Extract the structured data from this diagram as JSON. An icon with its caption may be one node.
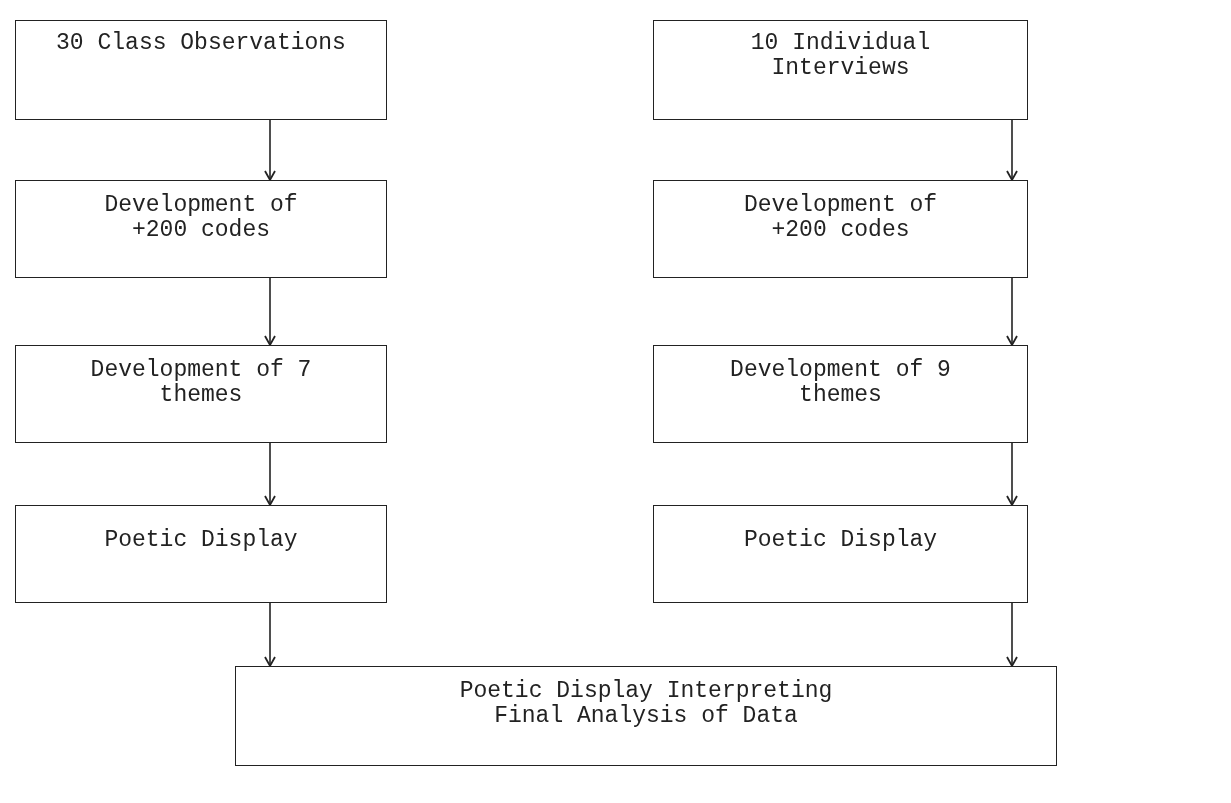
{
  "diagram": {
    "nodes": [
      {
        "text": [
          "30 Class Observations"
        ]
      },
      {
        "text": [
          "10 Individual Interviews"
        ]
      },
      {
        "text": [
          "Development of +200 codes"
        ]
      },
      {
        "text": [
          "Development of +200 codes"
        ]
      },
      {
        "text": [
          "Development of 7 themes"
        ]
      },
      {
        "text": [
          "Development of 9 themes"
        ]
      },
      {
        "text": [
          "Poetic Display"
        ]
      },
      {
        "text": [
          "Poetic Display"
        ]
      },
      {
        "text": [
          "Poetic Display Interpreting Final Analysis of Data"
        ]
      }
    ],
    "edges": [
      {
        "from": 0,
        "to": 2,
        "arrow": "to"
      },
      {
        "from": 1,
        "to": 3,
        "arrow": "to"
      },
      {
        "from": 2,
        "to": 4,
        "arrow": "to"
      },
      {
        "from": 3,
        "to": 5,
        "arrow": "to"
      },
      {
        "from": 4,
        "to": 6,
        "arrow": "to"
      },
      {
        "from": 5,
        "to": 7,
        "arrow": "to"
      },
      {
        "from": 6,
        "to": 8,
        "arrow": "to"
      },
      {
        "from": 7,
        "to": 8,
        "arrow": "to"
      }
    ]
  }
}
